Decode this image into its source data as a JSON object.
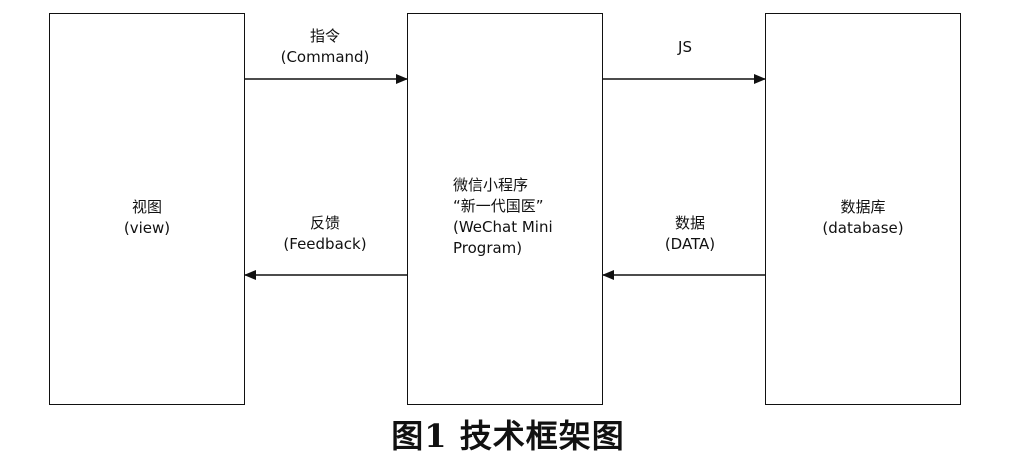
{
  "view_box": {
    "name": "视图",
    "sub": "(view)"
  },
  "mini_program_box": {
    "line1": "微信小程序",
    "line2": "“新一代国医”",
    "line3": "(WeChat Mini",
    "line4": "Program)"
  },
  "database_box": {
    "name": "数据库",
    "sub": "(database)"
  },
  "edges": {
    "command": {
      "name": "指令",
      "sub": "(Command)"
    },
    "feedback": {
      "name": "反馈",
      "sub": "(Feedback)"
    },
    "js": {
      "name": "JS"
    },
    "data": {
      "name": "数据",
      "sub": "(DATA)"
    }
  },
  "caption": "图1   技术框架图"
}
